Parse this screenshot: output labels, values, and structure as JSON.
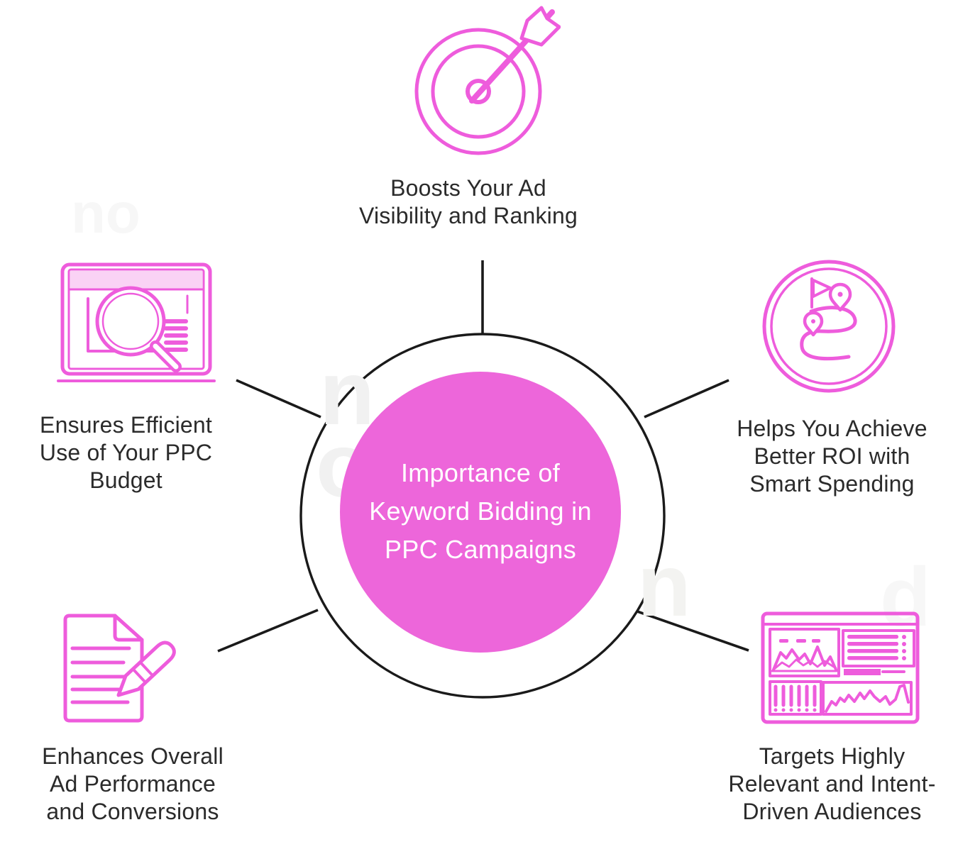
{
  "title": "Importance of Keyword Bidding in PPC Campaigns",
  "colors": {
    "icon_accent": "#ee5cdc",
    "center_fill": "#ed66da",
    "connector_line": "#1a1a1a",
    "label_text": "#2b2b2b",
    "center_text": "#ffffff",
    "watermark": "#f4f4f4"
  },
  "center": {
    "lines": [
      "Importance of",
      "Keyword Bidding in",
      "PPC Campaigns"
    ]
  },
  "nodes": [
    {
      "position": "top",
      "icon": "target-arrow-icon",
      "lines": [
        "Boosts Your Ad",
        "Visibility and Ranking",
        ""
      ]
    },
    {
      "position": "left",
      "icon": "browser-search-icon",
      "lines": [
        "Ensures Efficient",
        "Use of Your PPC",
        "Budget"
      ]
    },
    {
      "position": "right",
      "icon": "route-map-icon",
      "lines": [
        "Helps You Achieve",
        "Better ROI with",
        "Smart Spending"
      ]
    },
    {
      "position": "bottom-left",
      "icon": "document-pencil-icon",
      "lines": [
        "Enhances Overall",
        "Ad Performance",
        "and Conversions"
      ]
    },
    {
      "position": "bottom-right",
      "icon": "analytics-dashboard-icon",
      "lines": [
        "Targets Highly",
        "Relevant and Intent-",
        "Driven Audiences"
      ]
    }
  ],
  "watermarks": [
    {
      "text": "no"
    },
    {
      "text": "n"
    },
    {
      "text": "o"
    },
    {
      "text": "n"
    },
    {
      "text": "d"
    }
  ]
}
